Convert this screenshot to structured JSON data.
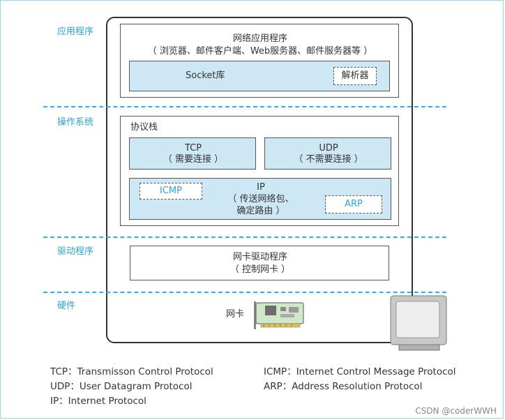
{
  "layers": {
    "app": "应用程序",
    "os": "操作系统",
    "driver": "驱动程序",
    "hardware": "硬件"
  },
  "app_box": {
    "title": "网络应用程序",
    "subtitle": "（ 浏览器、邮件客户端、Web服务器、邮件服务器等 ）",
    "socket": "Socket库",
    "resolver": "解析器"
  },
  "stack": {
    "title": "协议栈",
    "tcp": "TCP",
    "tcp_note": "（ 需要连接 ）",
    "udp": "UDP",
    "udp_note": "（ 不需要连接 ）",
    "ip": "IP",
    "ip_note1": "（ 传送网络包、",
    "ip_note2": "确定路由 ）",
    "icmp": "ICMP",
    "arp": "ARP"
  },
  "driver_box": {
    "title": "网卡驱动程序",
    "note": "（ 控制网卡 ）"
  },
  "hardware": {
    "nic_label": "网卡"
  },
  "legend": {
    "tcp": "TCP：Transmisson Control Protocol",
    "udp": "UDP：User Datagram Protocol",
    "ip": "IP：Internet Protocol",
    "icmp": "ICMP：Internet Control Message Protocol",
    "arp": "ARP：Address Resolution Protocol"
  },
  "watermark": "CSDN @coderWWH",
  "colors": {
    "accent": "#2aa4d6",
    "fill": "#cde7f5",
    "stroke": "#555555"
  }
}
